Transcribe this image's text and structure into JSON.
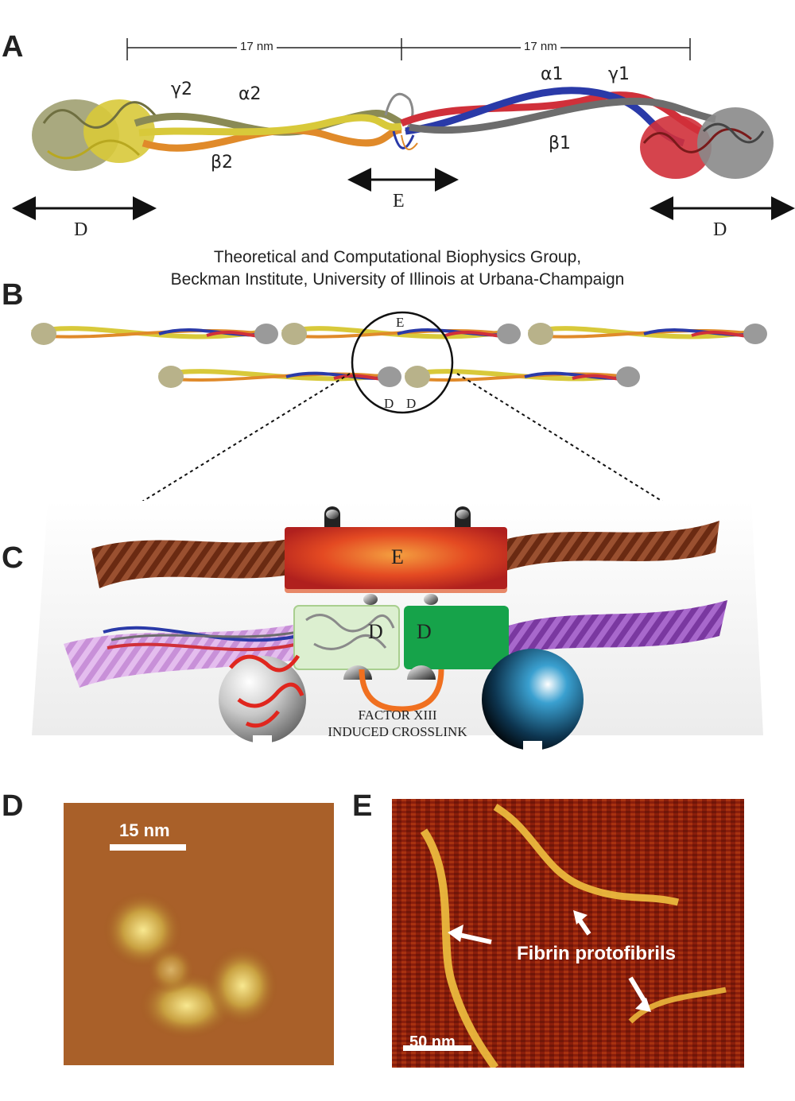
{
  "panels": {
    "a": "A",
    "b": "B",
    "c": "C",
    "d": "D",
    "e": "E"
  },
  "panel_a": {
    "scale_left": "17 nm",
    "scale_right": "17 nm",
    "chain_labels": {
      "gamma2": "γ2",
      "alpha2": "α2",
      "beta2": "β2",
      "alpha1": "α1",
      "gamma1": "γ1",
      "beta1": "β1"
    },
    "domain_left": "D",
    "domain_center": "E",
    "domain_right": "D",
    "credit_line1": "Theoretical and Computational Biophysics Group,",
    "credit_line2": "Beckman Institute, University of Illinois at Urbana-Champaign"
  },
  "panel_b": {
    "circle_top": "E",
    "circle_bottom_left": "D",
    "circle_bottom_right": "D"
  },
  "panel_c": {
    "box_e": "E",
    "box_d_left": "D",
    "box_d_right": "D",
    "crosslink_line1": "FACTOR XIII",
    "crosslink_line2": "INDUCED CROSSLINK"
  },
  "panel_d": {
    "scale_bar": "15 nm"
  },
  "panel_e": {
    "label": "Fibrin protofibrils",
    "scale_bar": "50 nm"
  },
  "colors": {
    "yellow_chain": "#d8c93a",
    "orange_chain": "#e08a2a",
    "olive_chain": "#8a8a55",
    "red_chain": "#d0303a",
    "blue_chain": "#2a3aa8",
    "gray_chain": "#6d6d6d",
    "e_box": "#c8262a",
    "d_box_light": "#dcefd0",
    "d_box_dark": "#16a34a",
    "fiber_brown": "#7a3a1e",
    "fiber_purple": "#8a47b0",
    "crosslink": "#f07020",
    "afm_dark": "#6a2a10",
    "afm_bright": "#f8d860"
  }
}
